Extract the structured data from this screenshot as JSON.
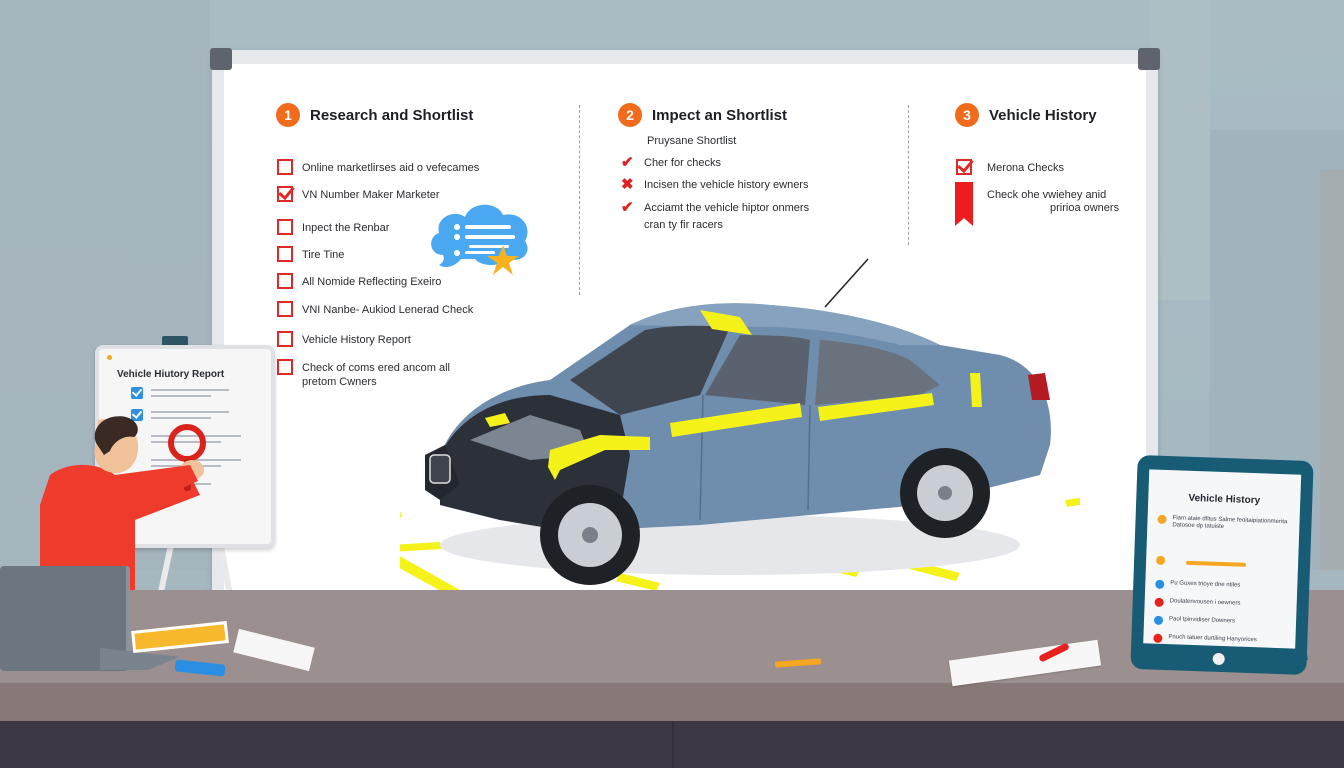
{
  "board": {
    "sections": [
      {
        "number": "1",
        "title": "Research and Shortlist",
        "items": [
          {
            "label": "Online marketlirses aid o vefecames",
            "checked": false
          },
          {
            "label": "VN Number Maker Marketer",
            "checked": true
          },
          {
            "label": "Inpect the Renbar",
            "checked": false
          },
          {
            "label": "Tire Tine",
            "checked": false
          },
          {
            "label": "All Nomide Reflecting Exeiro",
            "checked": false
          },
          {
            "label": "VNI Nanbe- Aukiod Lenerad Check",
            "checked": false
          },
          {
            "label": "Vehicle History Report",
            "checked": false
          },
          {
            "label": "Check of coms ered ancom all",
            "label2": "pretom Cwners",
            "checked": false
          }
        ]
      },
      {
        "number": "2",
        "title": "Impect an Shortlist",
        "subtitle": "Pruysane Shortlist",
        "items": [
          {
            "mark": "check",
            "label": "Cher for checks"
          },
          {
            "mark": "cross",
            "label": "Incisen the vehicle history ewners"
          },
          {
            "mark": "check",
            "label": "Acciamt the vehicle hiptor onmers",
            "label2": "cran ty fir racers"
          }
        ]
      },
      {
        "number": "3",
        "title": "Vehicle History",
        "items": [
          {
            "mark": "checkbox-checked",
            "label": "Merona Checks"
          },
          {
            "mark": "ribbon",
            "label": "Check ohe vwiehey anid",
            "label2": "pririoa owners"
          }
        ]
      }
    ]
  },
  "flipchart": {
    "title": "Vehicle Hiutory Report"
  },
  "tablet": {
    "title": "Vehicle History",
    "rows": [
      {
        "icon": "gear-icon",
        "color": "#f5a623",
        "text": "Fiam ataie dfitus Salme feoitaipiationmerita Datosoe dp tatuiste"
      },
      {
        "icon": "warning-icon",
        "color": "#f5a623",
        "text": ""
      },
      {
        "icon": "info-icon",
        "color": "#2a8fe3",
        "text": "Pu Guxes tnoye dne ntiles"
      },
      {
        "icon": "alert-icon",
        "color": "#e8211d",
        "text": "Doulatenvousen i oewners"
      },
      {
        "icon": "info-icon",
        "color": "#2a8fe3",
        "text": "Paol tpinvidiser Downers"
      },
      {
        "icon": "alert-icon",
        "color": "#e8211d",
        "text": "Pnuch tatuer durtiling Hanyorices"
      }
    ]
  },
  "colors": {
    "accent_orange": "#f26a1b",
    "check_red": "#e02a2a",
    "highlight_yellow": "#f5f21a",
    "car_blue": "#6f8dac",
    "tablet_frame": "#175c74"
  }
}
